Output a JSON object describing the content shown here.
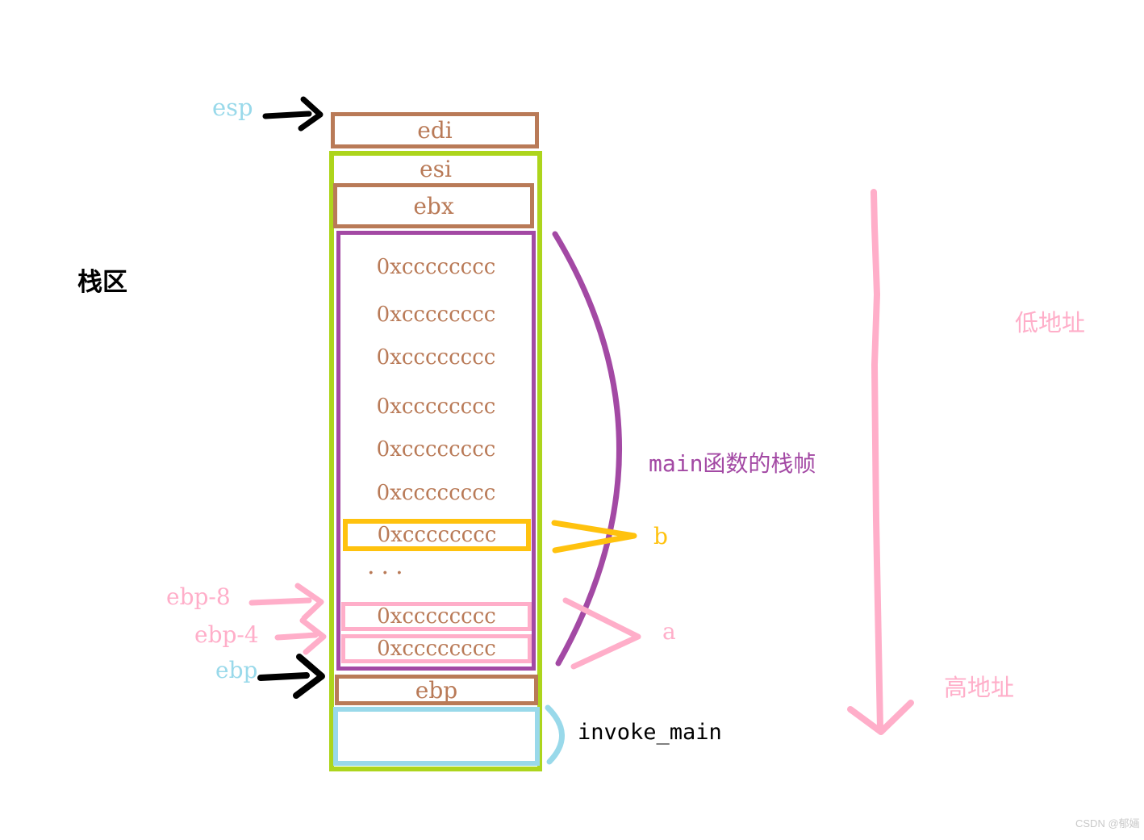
{
  "diagram": {
    "region_label": "栈区",
    "stack": {
      "edi": "edi",
      "esi": "esi",
      "ebx": "ebx",
      "fill_value": "0xcccccccc",
      "ellipsis": "...",
      "saved_ebp": "ebp"
    },
    "pointers": {
      "esp": "esp",
      "ebp_minus_8": "ebp-8",
      "ebp_minus_4": "ebp-4",
      "ebp": "ebp"
    },
    "annotations": {
      "main_frame": "main函数的栈帧",
      "var_b": "b",
      "var_a": "a",
      "invoke_main": "invoke_main",
      "low_address": "低地址",
      "high_address": "高地址"
    },
    "colors": {
      "brown": "#B97A57",
      "lime_green": "#ADD51C",
      "purple": "#A349A4",
      "gold": "#FFC20E",
      "pink": "#FFAEC9",
      "turquoise": "#99D9EA",
      "black": "#000000"
    },
    "watermark": "CSDN @郁婳"
  }
}
